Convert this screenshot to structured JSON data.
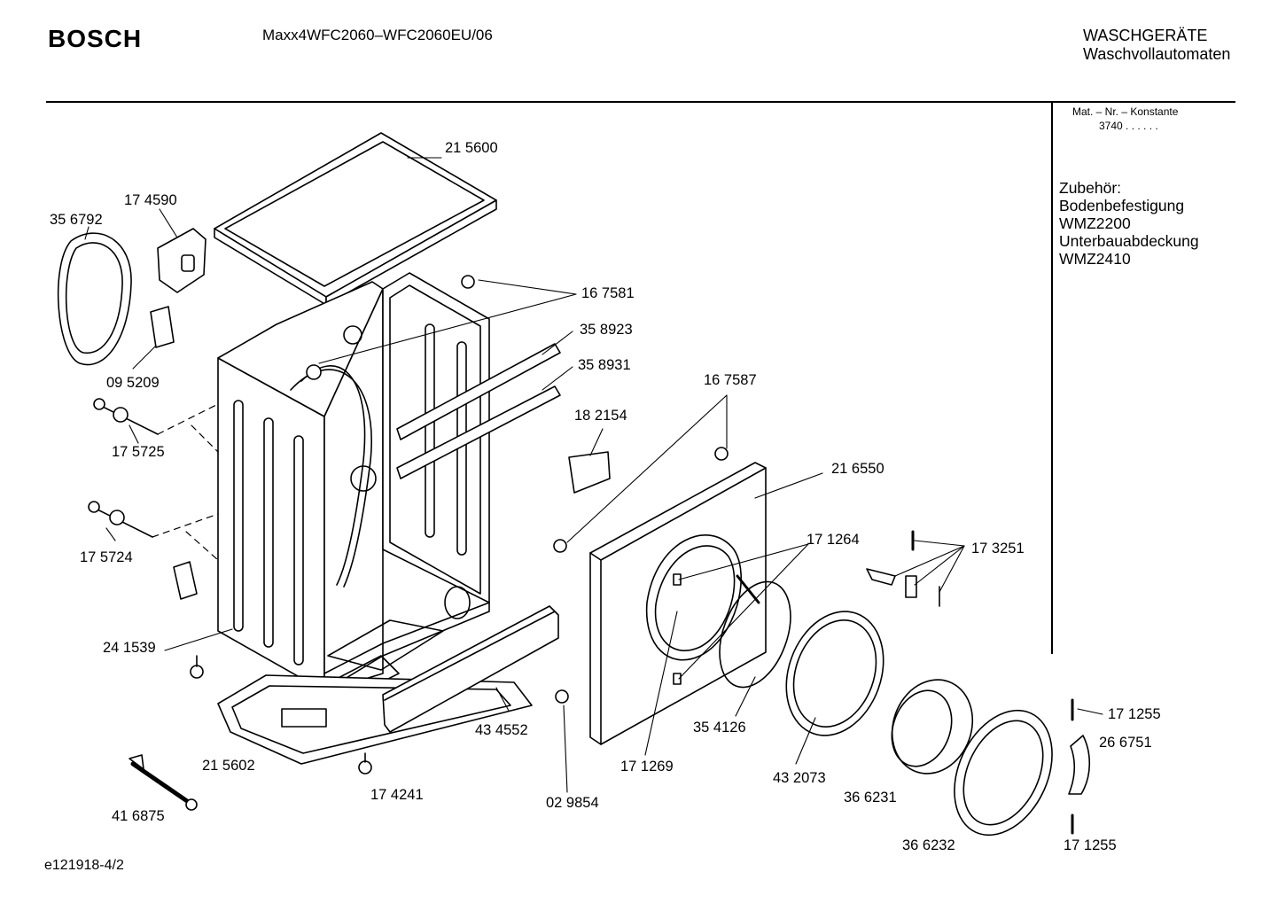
{
  "header": {
    "brand": "BOSCH",
    "model": "Maxx4WFC2060–WFC2060EU/06",
    "category_line1": "WASCHGERÄTE",
    "category_line2": "Waschvollautomaten"
  },
  "sidebar": {
    "mat_label": "Mat. – Nr. – Konstante",
    "mat_value": "3740  .  .  .  .  .  .",
    "accessories": [
      "Zubehör:",
      "Bodenbefestigung",
      "WMZ2200",
      "Unterbauabdeckung",
      "WMZ2410"
    ]
  },
  "footer": {
    "drawing_id": "e121918-4/2"
  },
  "parts": [
    {
      "label": "21 5600"
    },
    {
      "label": "17 4590"
    },
    {
      "label": "35 6792"
    },
    {
      "label": "16 7581"
    },
    {
      "label": "35 8923"
    },
    {
      "label": "35 8931"
    },
    {
      "label": "09 5209"
    },
    {
      "label": "16 7587"
    },
    {
      "label": "18 2154"
    },
    {
      "label": "17 5725"
    },
    {
      "label": "21 6550"
    },
    {
      "label": "17 1264"
    },
    {
      "label": "17 3251"
    },
    {
      "label": "17 5724"
    },
    {
      "label": "24 1539"
    },
    {
      "label": "17 1255"
    },
    {
      "label": "26 6751"
    },
    {
      "label": "43 4552"
    },
    {
      "label": "35 4126"
    },
    {
      "label": "21 5602"
    },
    {
      "label": "17 1269"
    },
    {
      "label": "43 2073"
    },
    {
      "label": "36 6231"
    },
    {
      "label": "17 4241"
    },
    {
      "label": "02 9854"
    },
    {
      "label": "41 6875"
    },
    {
      "label": "36 6232"
    },
    {
      "label": "17 1255"
    }
  ]
}
